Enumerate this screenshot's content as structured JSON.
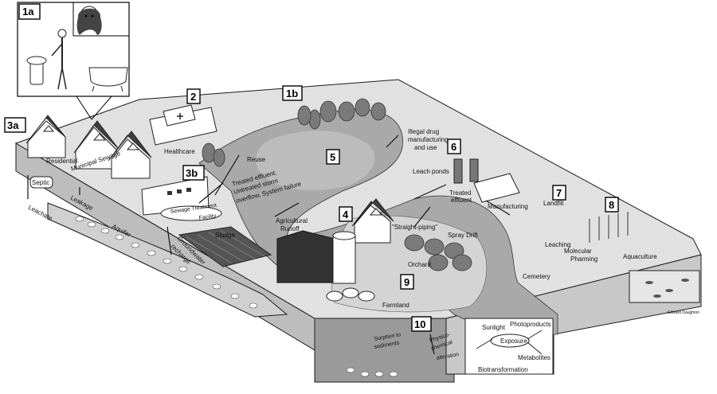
{
  "markers": {
    "m1a": "1a",
    "m1b": "1b",
    "m2": "2",
    "m3a": "3a",
    "m3b": "3b",
    "m4": "4",
    "m5": "5",
    "m6": "6",
    "m7": "7",
    "m8": "8",
    "m9": "9",
    "m10": "10"
  },
  "labels": {
    "residential": "Residential",
    "septic": "Septic",
    "leakage": "Leakage",
    "leachate": "Leachate",
    "municipal_sewage": "Municipal Sewage",
    "aquifer": "Aquifer",
    "healthcare": "Healthcare",
    "reuse": "Reuse",
    "treated_line1": "Treated effluent,",
    "treated_line2": "Untreated storm",
    "treated_line3": "overflow, System failure",
    "sewage_facility_line1": "Sewage Treatment",
    "sewage_facility_line2": "Facility",
    "sludge": "Sludge",
    "groundwater_line1": "Groundwater",
    "groundwater_line2": "recharge",
    "agri_line1": "Agricultural",
    "agri_line2": "Runoff",
    "illegal_line1": "Illegal drug",
    "illegal_line2": "manufacturing",
    "illegal_line3": "and use",
    "leach_ponds": "Leach ponds",
    "treated_eff_line1": "Treated",
    "treated_eff_line2": "effluent",
    "manufacturing": "Manufacturing",
    "landfill": "Landfill",
    "straight_piping": "\"Straight-piping\"",
    "spray_drift": "Spray Drift",
    "orchard": "Orchard",
    "leaching": "Leaching",
    "cemetery": "Cemetery",
    "molecular_line1": "Molecular",
    "molecular_line2": "Pharming",
    "aquaculture": "Aquaculture",
    "farmland": "Farmland",
    "sorption_line1": "Sorption to",
    "sorption_line2": "sediments",
    "physico_line1": "Physico-",
    "physico_line2": "chemical",
    "alteration": "alteration",
    "sunlight": "Sunlight",
    "photoproducts": "Photoproducts",
    "exposure": "Exposure",
    "metabolites": "Metabolites",
    "biotransformation": "Biotransformation",
    "credit": "Edward Daughton"
  }
}
